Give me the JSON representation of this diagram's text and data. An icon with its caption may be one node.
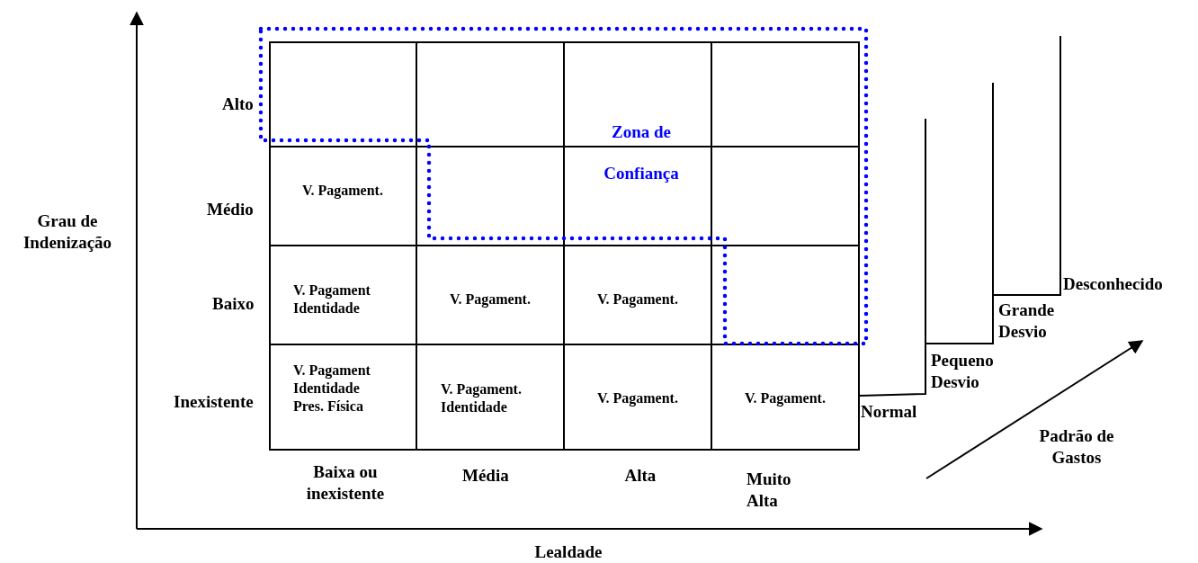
{
  "diagram": {
    "labels": [
      "Grau de Indenização",
      "Alto",
      "Zona de Confiança",
      "Médio",
      "V. Pagament.",
      "Baixo",
      "V. Pagament Identidade",
      "V. Pagament.",
      "V. Pagament.",
      "Inexistente",
      "V. Pagament Identidade Pres. Física",
      "V. Pagament. Identidade",
      "V. Pagament.",
      "V. Pagament.",
      "Baixa ou inexistente",
      "Média",
      "Alta",
      "Muito Alta",
      "Lealdade",
      "Desconhecido",
      "Grande Desvio",
      "Pequeno Desvio",
      "Normal",
      "Padrão de Gastos"
    ]
  }
}
